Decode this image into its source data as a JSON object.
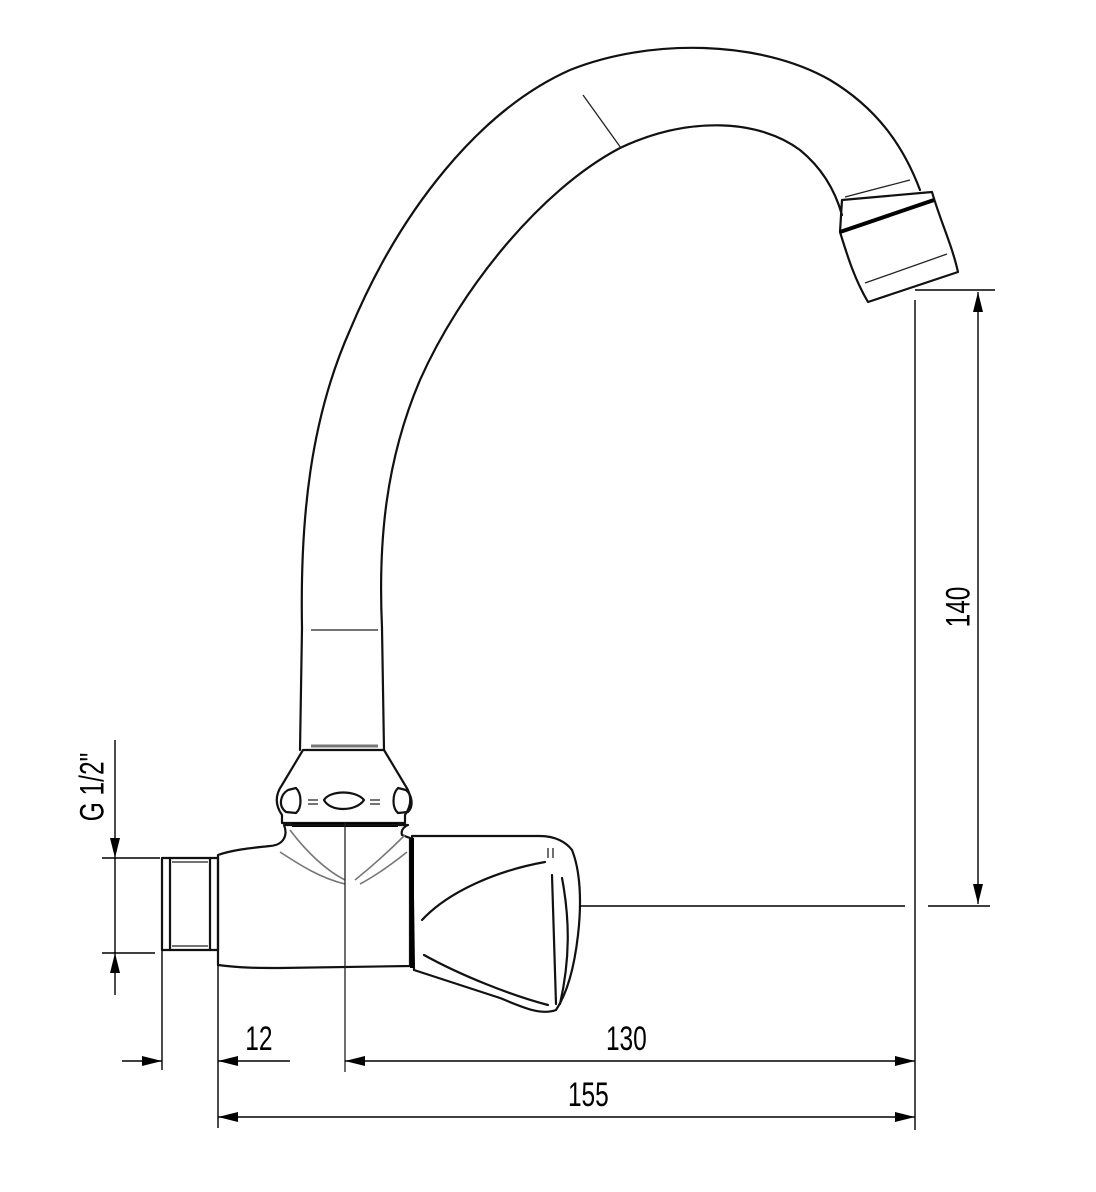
{
  "drawing": {
    "subject": "wall-mounted faucet with swivel spout",
    "line_color": "#000000",
    "background": "#ffffff"
  },
  "dimensions": {
    "thread": {
      "label": "G 1/2\"",
      "orientation": "vertical"
    },
    "inlet_length": {
      "label": "12",
      "value": 12
    },
    "axis_to_spout": {
      "label": "130",
      "value": 130
    },
    "overall_length": {
      "label": "155",
      "value": 155
    },
    "spout_height": {
      "label": "140",
      "value": 140,
      "orientation": "vertical"
    }
  }
}
